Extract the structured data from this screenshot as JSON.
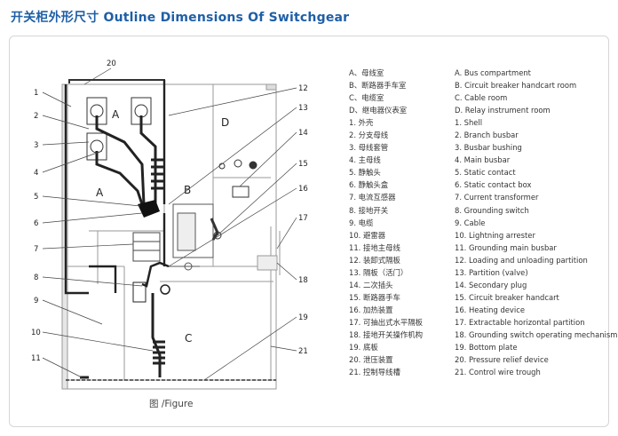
{
  "title": "开关柜外形尺寸 Outline Dimensions Of Switchgear",
  "caption": "图 /Figure",
  "zones": [
    "A",
    "A",
    "B",
    "C",
    "D"
  ],
  "callouts": [
    "1",
    "2",
    "3",
    "4",
    "5",
    "6",
    "7",
    "8",
    "9",
    "10",
    "11",
    "12",
    "13",
    "14",
    "15",
    "16",
    "17",
    "18",
    "19",
    "20",
    "21"
  ],
  "legend_cn": [
    "A、母线室",
    "B、断路器手车室",
    "C、电缆室",
    "D、继电器仪表室",
    "1. 外壳",
    "2. 分支母线",
    "3. 母线套管",
    "4. 主母线",
    "5. 静触头",
    "6. 静触头盒",
    "7. 电流互感器",
    "8. 接地开关",
    "9. 电缆",
    "10. 避雷器",
    "11. 接地主母线",
    "12. 装卸式隔板",
    "13. 隔板（活门）",
    "14. 二次插头",
    "15. 断路器手车",
    "16. 加热装置",
    "17. 可抽出式水平隔板",
    "18. 接地开关操作机构",
    "19. 底板",
    "20. 泄压装置",
    "21. 控制导线槽"
  ],
  "legend_en": [
    "A. Bus compartment",
    "B. Circuit breaker handcart room",
    "C. Cable room",
    "D. Relay instrument room",
    "1. Shell",
    "2. Branch busbar",
    "3. Busbar bushing",
    "4. Main busbar",
    "5. Static contact",
    "6. Static contact box",
    "7. Current transformer",
    "8. Grounding switch",
    "9. Cable",
    "10. Lightning arrester",
    "11. Grounding main busbar",
    "12. Loading and unloading partition",
    "13. Partition (valve)",
    "14. Secondary plug",
    "15. Circuit breaker handcart",
    "16. Heating device",
    "17. Extractable horizontal partition",
    "18. Grounding switch operating mechanism",
    "19. Bottom plate",
    "20. Pressure relief device",
    "21. Control wire trough"
  ]
}
